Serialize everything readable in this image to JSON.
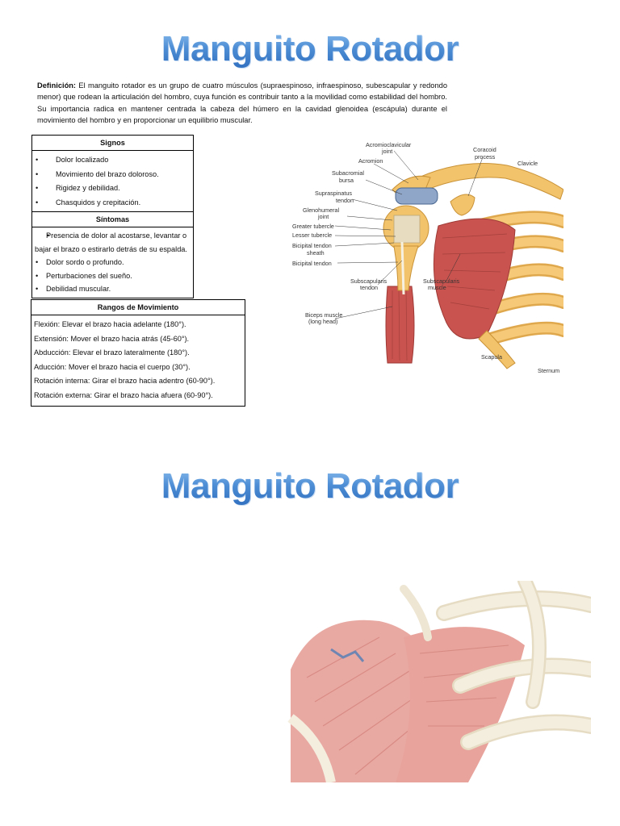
{
  "title": "Manguito Rotador",
  "title_repeat": "Manguito Rotador",
  "definition": {
    "label": "Definición:",
    "text": " El manguito rotador es un grupo de cuatro músculos (supraespinoso, infraespinoso, subescapular y redondo menor) que rodean la articulación del hombro, cuya función es contribuir tanto a la movilidad como estabilidad del hombro. Su importancia radica en mantener centrada la cabeza del húmero en la cavidad glenoidea (escápula) durante el movimiento del hombro y en proporcionar un equilibrio muscular."
  },
  "signs": {
    "header": "Signos",
    "items": [
      "Dolor localizado",
      "Movimiento del brazo doloroso.",
      "Rigidez y debilidad.",
      "Chasquidos y crepitación."
    ]
  },
  "symptoms": {
    "header": "Síntomas",
    "items": [
      "Presencia de dolor al acostarse, levantar o bajar el brazo o estirarlo detrás de su espalda.",
      "Dolor sordo o profundo.",
      "Perturbaciones del sueño.",
      "Debilidad muscular."
    ]
  },
  "ranges": {
    "header": "Rangos de Movimiento",
    "items": [
      "Flexión: Elevar el brazo hacia adelante (180°).",
      "Extensión: Mover el brazo hacia atrás (45-60°).",
      "Abducción: Elevar el brazo lateralmente (180°).",
      "Aducción: Mover el brazo hacia el cuerpo (30°).",
      "Rotación interna: Girar el brazo hacia adentro (60-90°).",
      "Rotación externa: Girar el brazo hacia afuera (60-90°)."
    ]
  },
  "figure_labels": {
    "acromioclavicular": "Acromioclavicular",
    "joint": "joint",
    "acromion": "Acromion",
    "coracoid": "Coracoid",
    "process": "process",
    "clavicle": "Clavicle",
    "subacromial": "Subacromial",
    "bursa": "bursa",
    "supraspinatus": "Supraspinatus",
    "tendon": "tendon",
    "glenohumeral": "Glenohumeral",
    "joint2": "joint",
    "greater_tubercle": "Greater tubercle",
    "lesser_tubercle": "Lesser tubercle",
    "bicipital_tendon": "Bicipital tendon",
    "sheath": "sheath",
    "bicipital_tendon2": "Bicipital tendon",
    "subscapularis_tendon_a": "Subscapularis",
    "subscapularis_tendon_b": "tendon",
    "subscapularis_muscle_a": "Subscapularis",
    "subscapularis_muscle_b": "muscle",
    "biceps_a": "Biceps muscle",
    "biceps_b": "(long head)",
    "scapula": "Scapula",
    "sternum": "Sternum"
  },
  "colors": {
    "title_blue": "#3f80cf",
    "bone": "#f2c36b",
    "muscle": "#c9544f",
    "bone_light": "#f1e9d6",
    "muscle_light": "#e9a9a3"
  }
}
